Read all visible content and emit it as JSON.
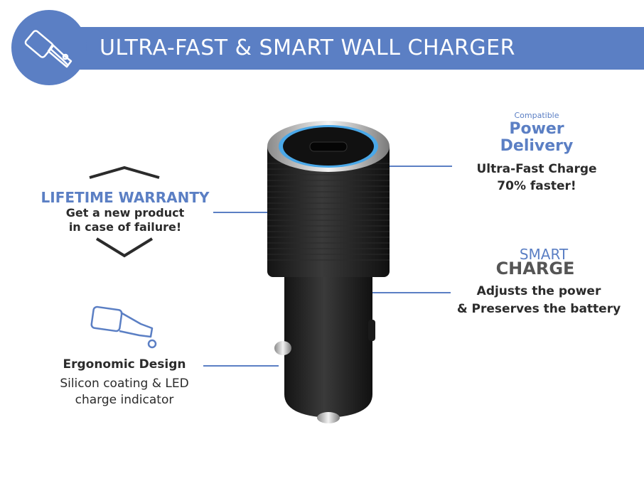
{
  "header": {
    "title": "ULTRA-FAST & SMART  WALL CHARGER",
    "icon": "car-charger-icon",
    "color": "#5b7fc4"
  },
  "power_delivery": {
    "small_label": "Compatible",
    "title_line1": "Power",
    "title_line2": "Delivery",
    "desc_line1": "Ultra-Fast Charge",
    "desc_line2": "70% faster!"
  },
  "smart_charge": {
    "smart": "SMART",
    "charge": "CHARGE",
    "desc_line1": "Adjusts the power",
    "desc_line2": "& Preserves the battery"
  },
  "warranty": {
    "title": "LIFETIME WARRANTY",
    "desc_line1": "Get a new product",
    "desc_line2": "in case of failure!",
    "icon": "shield-icon"
  },
  "ergonomic": {
    "title": "Ergonomic Design",
    "desc_line1": "Silicon coating & LED",
    "desc_line2": "charge indicator",
    "icon": "car-charger-outline-icon"
  },
  "colors": {
    "accent": "#5b7fc4",
    "text": "#2b2b2b",
    "led_ring": "#4aa8e8"
  }
}
